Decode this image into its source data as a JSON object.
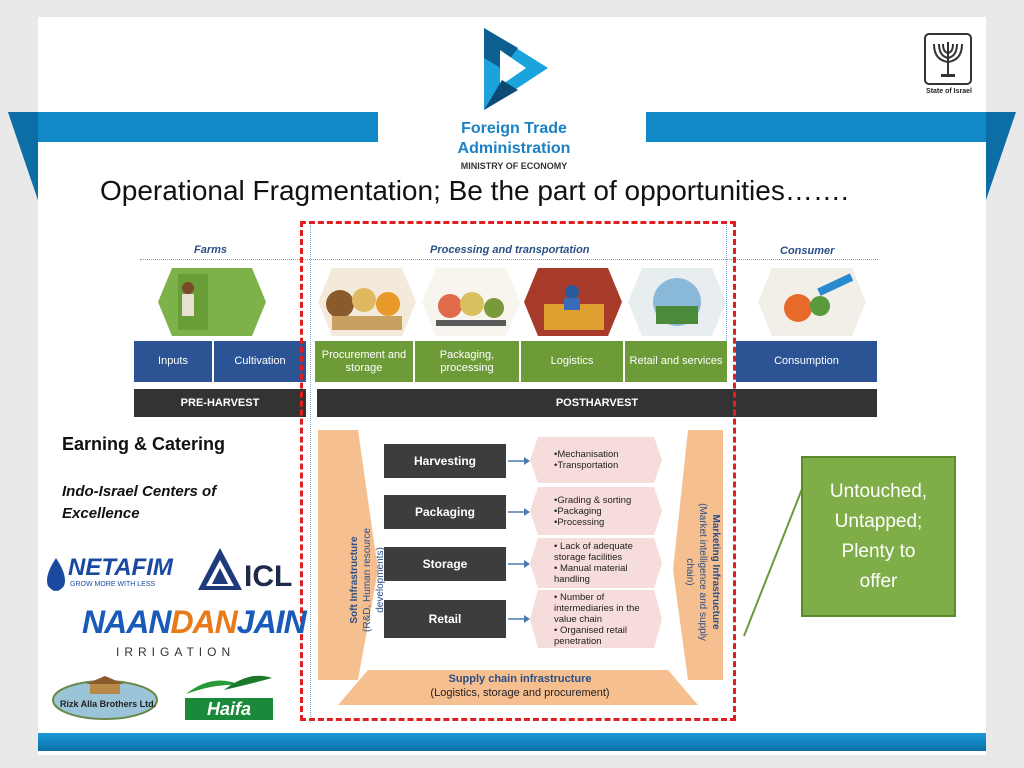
{
  "header": {
    "org_line1": "Foreign Trade",
    "org_line2": "Administration",
    "org_line3": "MINISTRY OF ECONOMY",
    "state_label": "State of Israel"
  },
  "title": "Operational Fragmentation; Be the part of opportunities…….",
  "diagram": {
    "section_labels": {
      "farms": "Farms",
      "processing": "Processing and transportation",
      "consumer": "Consumer"
    },
    "stages": {
      "inputs": "Inputs",
      "cultivation": "Cultivation",
      "procurement": "Procurement and storage",
      "packaging": "Packaging, processing",
      "logistics": "Logistics",
      "retail": "Retail and services",
      "consumption": "Consumption"
    },
    "phases": {
      "pre_harvest": "PRE-HARVEST",
      "post_harvest": "POSTHARVEST"
    },
    "soft_infra": {
      "line1": "Soft Infrastructure",
      "line2": "(R&D, Human resource developments)"
    },
    "marketing_infra": {
      "line1": "Marketing Infrastructure",
      "line2": "(Market intelligence and supply chain)"
    },
    "supply_chain": {
      "line1": "Supply chain infrastructure",
      "line2": "(Logistics, storage and procurement)"
    },
    "chain_stages": [
      {
        "name": "Harvesting",
        "issues": [
          "•Mechanisation",
          "•Transportation"
        ]
      },
      {
        "name": "Packaging",
        "issues": [
          "•Grading & sorting",
          "•Packaging",
          "•Processing"
        ]
      },
      {
        "name": "Storage",
        "issues": [
          "• Lack of adequate",
          "  storage facilities",
          "• Manual material",
          "  handling"
        ]
      },
      {
        "name": "Retail",
        "issues": [
          "• Number of",
          "  intermediaries in the",
          "  value chain",
          "• Organised retail",
          "  penetration"
        ]
      }
    ]
  },
  "left_panel": {
    "heading": "Earning & Catering",
    "subheading": "Indo-Israel Centers of Excellence",
    "logos": {
      "netafim": "NETAFIM",
      "netafim_tagline": "GROW MORE WITH LESS",
      "icl": "ICL",
      "naandanjain_part1": "NAAN",
      "naandanjain_part2": "DAN",
      "naandanjain_part3": "JAIN",
      "naandanjain_sub": "IRRIGATION",
      "rizk": "Rizk Alla Brothers Ltd.",
      "haifa": "Haifa"
    }
  },
  "callout": {
    "text_line1": "Untouched,",
    "text_line2": "Untapped;",
    "text_line3": "Plenty to",
    "text_line4": "offer"
  },
  "colors": {
    "brand_blue": "#1188c8",
    "stage_blue": "#2c5494",
    "stage_green": "#6d9b38",
    "callout_green": "#7fad47",
    "highlight_red": "#e02020",
    "infra_orange": "#f6bf90"
  }
}
